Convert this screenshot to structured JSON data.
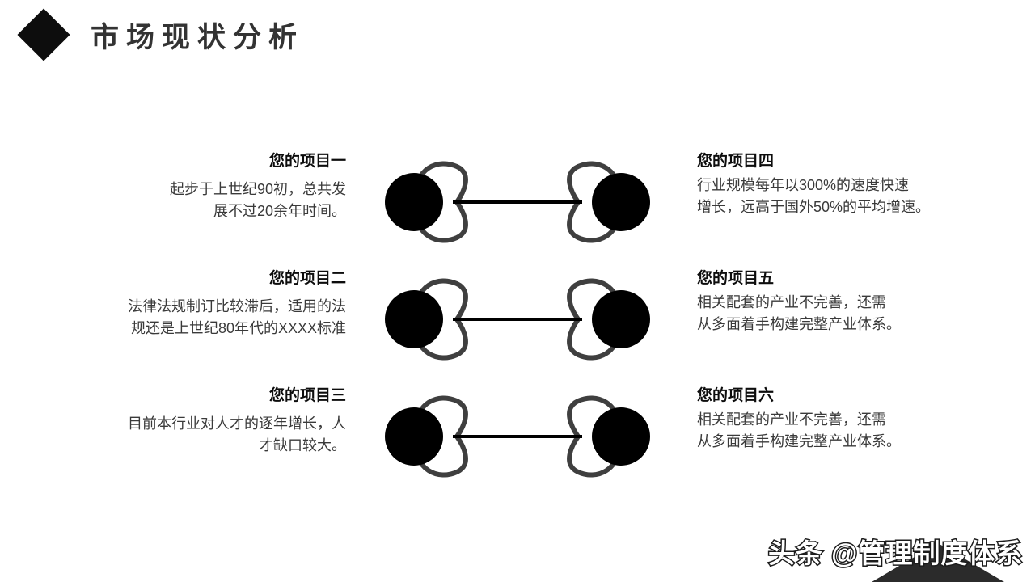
{
  "header": {
    "title": "市场现状分析",
    "diamond_color": "#0d0d0d",
    "title_color": "#333333"
  },
  "items": [
    {
      "heading": "您的项目一",
      "body": "起步于上世纪90初，总共发\n展不过20余年时间。",
      "side": "left",
      "row": 1
    },
    {
      "heading": "您的项目二",
      "body": "法律法规制订比较滞后，适用的法\n规还是上世纪80年代的XXXX标准",
      "side": "left",
      "row": 2
    },
    {
      "heading": "您的项目三",
      "body": "目前本行业对人才的逐年增长，人\n才缺口较大。",
      "side": "left",
      "row": 3
    },
    {
      "heading": "您的项目四",
      "body": "行业规模每年以300%的速度快速\n增长，远高于国外50%的平均增速。",
      "side": "right",
      "row": 1
    },
    {
      "heading": "您的项目五",
      "body": "相关配套的产业不完善，还需\n从多面着手构建完整产业体系。",
      "side": "right",
      "row": 2
    },
    {
      "heading": "您的项目六",
      "body": "相关配套的产业不完善，还需\n从多面着手构建完整产业体系。",
      "side": "right",
      "row": 3
    }
  ],
  "graphic": {
    "rows": 3,
    "node_fill": "#000000",
    "outline_color": "#3f3f3f",
    "connector_color": "#000000"
  },
  "watermark": {
    "text": "头条 @管理制度体系",
    "triangle_color": "#2b2b2b"
  }
}
